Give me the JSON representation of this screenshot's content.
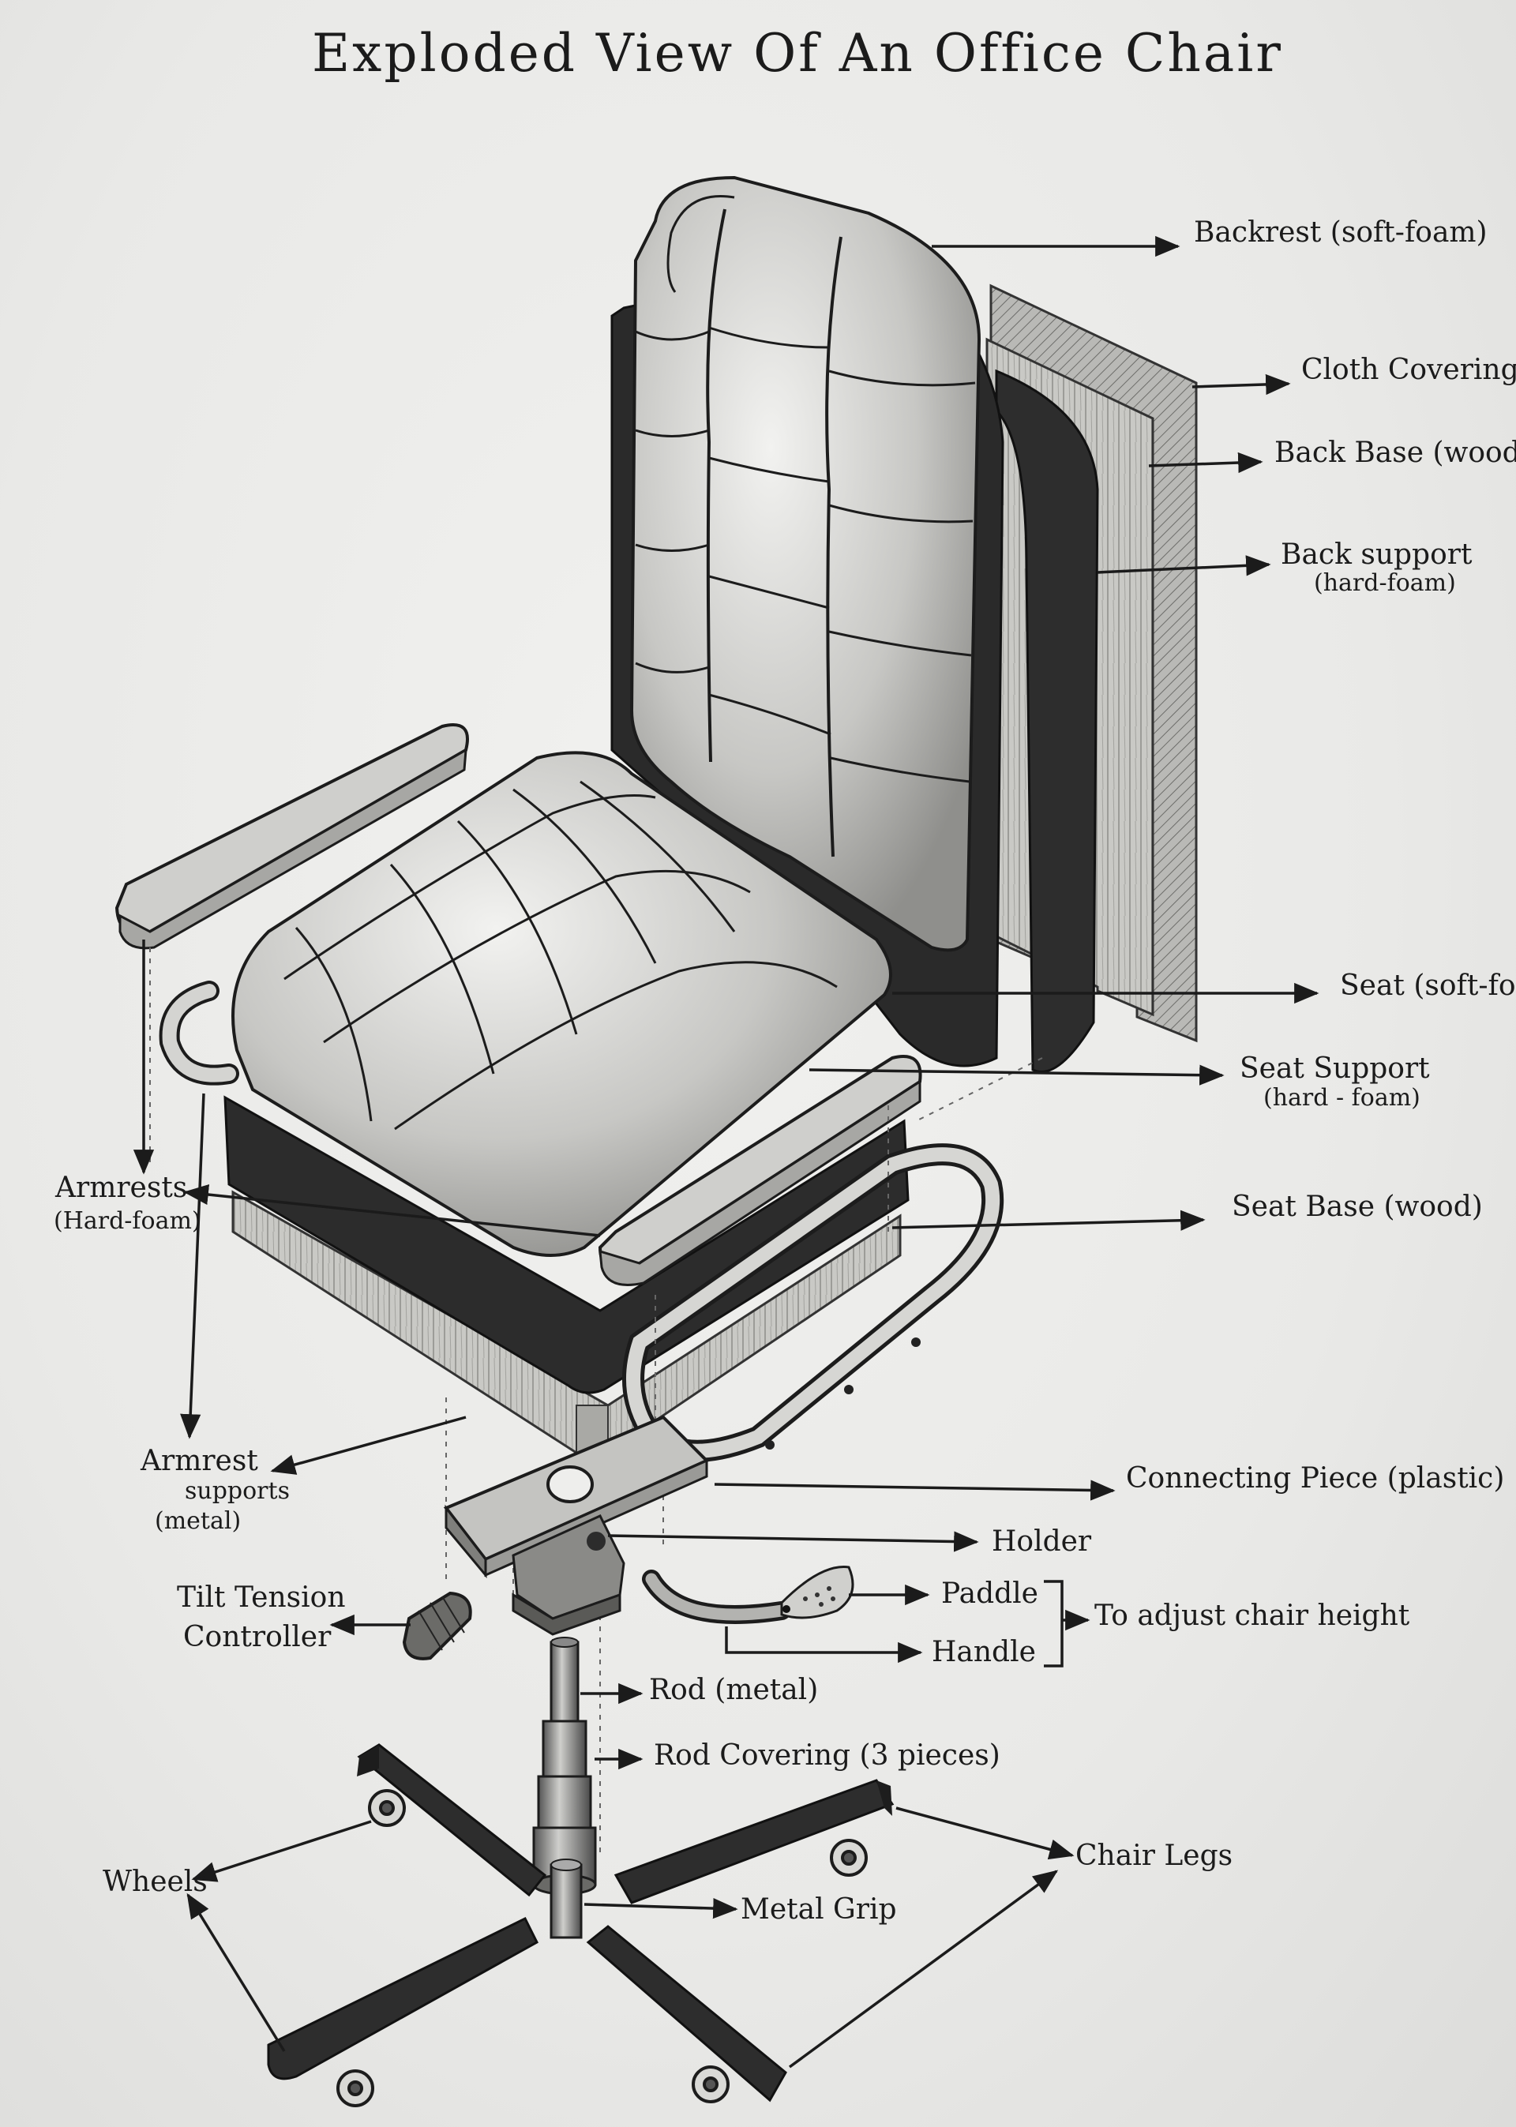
{
  "title": "Exploded View Of An Office Chair",
  "labels": {
    "backrest": "Backrest (soft-foam)",
    "cloth_covering": "Cloth Covering",
    "back_base": "Back Base (wood)",
    "back_support": "Back support",
    "back_support_material": "(hard-foam)",
    "seat": "Seat (soft-foam",
    "seat_support": "Seat Support",
    "seat_support_material": "(hard - foam)",
    "armrests": "Armrests",
    "armrests_material": "(Hard-foam)",
    "seat_base": "Seat Base (wood)",
    "armrest_supports_1": "Armrest",
    "armrest_supports_2": "supports",
    "armrest_supports_3": "(metal)",
    "connecting_piece": "Connecting Piece (plastic)",
    "holder": "Holder",
    "tilt_tension_1": "Tilt Tension",
    "tilt_tension_2": "Controller",
    "paddle": "Paddle",
    "handle": "Handle",
    "adjust_height": "To adjust chair height",
    "rod": "Rod (metal)",
    "rod_covering": "Rod Covering (3 pieces)",
    "wheels": "Wheels",
    "chair_legs": "Chair Legs",
    "metal_grip": "Metal Grip"
  }
}
